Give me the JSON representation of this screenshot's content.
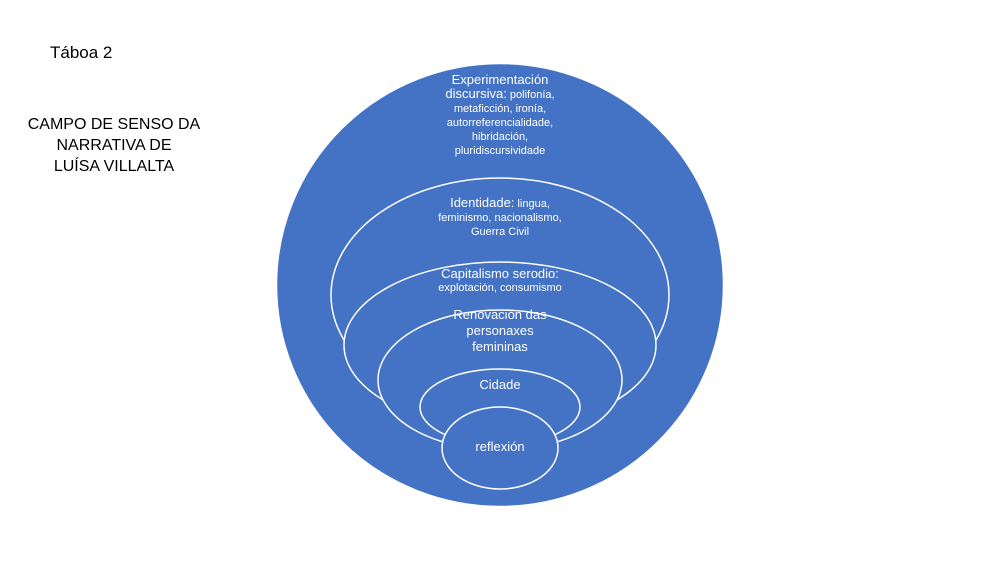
{
  "slide": {
    "label": "Táboa 2",
    "title_lines": [
      "CAMPO DE SENSO DA",
      "NARRATIVA DE",
      "LUÍSA VILLALTA"
    ]
  },
  "colors": {
    "fill": "#4472C4",
    "stroke": "#ffffff",
    "text": "#ffffff"
  },
  "levels": [
    {
      "id": "experimentacion",
      "main_lines": [
        "Experimentación",
        "discursiva:"
      ],
      "detail_lines": [
        "polifonía,",
        "metaficción, ironía,",
        "autorreferencialidade,",
        "hibridación,",
        "pluridiscursividade"
      ]
    },
    {
      "id": "identidade",
      "main_lines": [
        "Identidade:"
      ],
      "detail_lines": [
        "lingua,",
        "feminismo, nacionalismo,",
        "Guerra Civil"
      ]
    },
    {
      "id": "capitalismo",
      "main_lines": [
        "Capitalismo serodio:"
      ],
      "detail_lines": [
        "explotación, consumismo"
      ]
    },
    {
      "id": "renovacion",
      "main_lines": [
        "Renovación das",
        "personaxes",
        "femininas"
      ],
      "detail_lines": []
    },
    {
      "id": "cidade",
      "main_lines": [
        "Cidade"
      ],
      "detail_lines": []
    },
    {
      "id": "reflexion",
      "main_lines": [
        "reflexión"
      ],
      "detail_lines": []
    }
  ]
}
